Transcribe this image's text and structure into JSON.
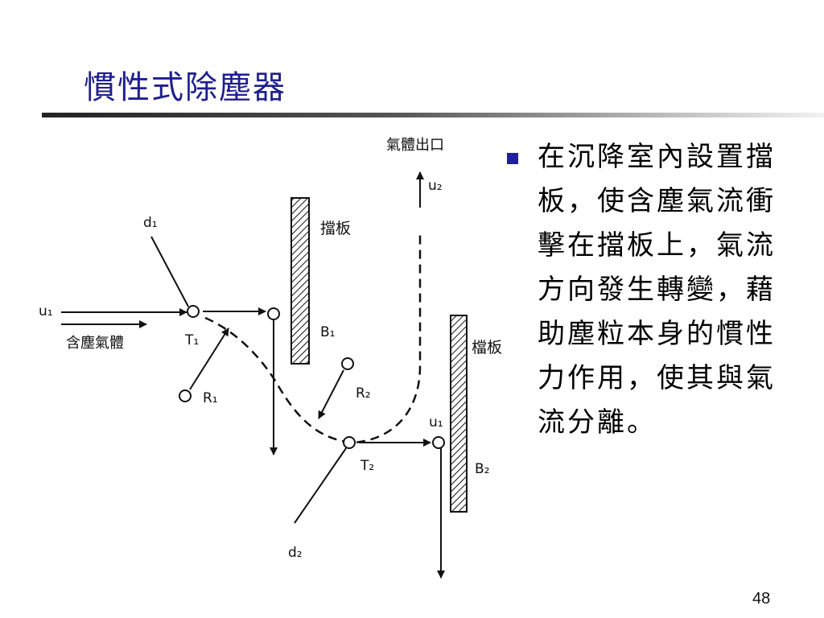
{
  "slide": {
    "title": "慣性式除塵器",
    "body_text": "在沉降室內設置擋板，使含塵氣流衝擊在擋板上，氣流方向發生轉變，藉助塵粒本身的慣性力作用，使其與氣流分離。",
    "page_number": "48"
  },
  "diagram": {
    "labels": {
      "gas_outlet": "氣體出口",
      "u2": "u₂",
      "baffle_top": "擋板",
      "d1": "d₁",
      "u1_inlet": "u₁",
      "dusty_gas": "含塵氣體",
      "t1": "T₁",
      "b1": "B₁",
      "baffle_right": "檔板",
      "r2": "R₂",
      "r1": "R₁",
      "u1_right": "u₁",
      "t2": "T₂",
      "b2": "B₂",
      "d2": "d₂"
    }
  },
  "colors": {
    "title": "#1f1f8f",
    "bullet": "#1f1f9f",
    "line": "#111111"
  },
  "icons": {
    "bullet": "square-bullet-icon"
  }
}
